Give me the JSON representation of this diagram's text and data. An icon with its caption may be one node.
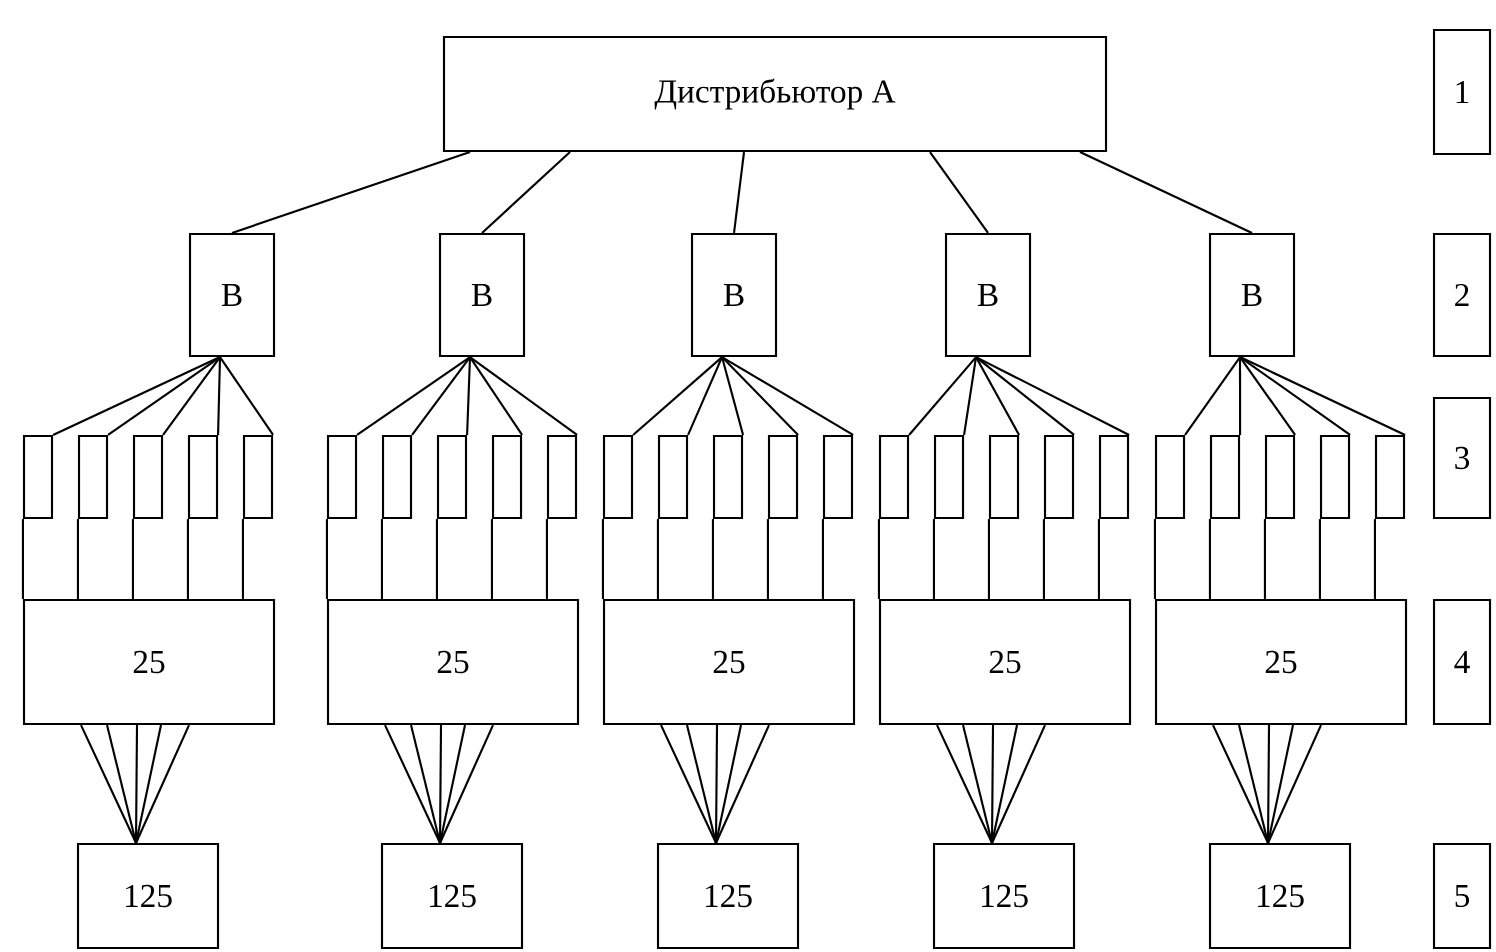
{
  "diagram": {
    "nodes": [
      {
        "text": [
          "Дистрибьютор А"
        ]
      },
      {
        "text": [
          "В"
        ]
      },
      {
        "text": [
          "В"
        ]
      },
      {
        "text": [
          "В"
        ]
      },
      {
        "text": [
          "В"
        ]
      },
      {
        "text": [
          "В"
        ]
      },
      {
        "text": [],
        "shape": "box"
      },
      {
        "text": [],
        "shape": "box"
      },
      {
        "text": [],
        "shape": "box"
      },
      {
        "text": [],
        "shape": "box"
      },
      {
        "text": [],
        "shape": "box"
      },
      {
        "text": [],
        "shape": "box"
      },
      {
        "text": [],
        "shape": "box"
      },
      {
        "text": [],
        "shape": "box"
      },
      {
        "text": [],
        "shape": "box"
      },
      {
        "text": [],
        "shape": "box"
      },
      {
        "text": [],
        "shape": "box"
      },
      {
        "text": [],
        "shape": "box"
      },
      {
        "text": [],
        "shape": "box"
      },
      {
        "text": [],
        "shape": "box"
      },
      {
        "text": [],
        "shape": "box"
      },
      {
        "text": [],
        "shape": "box"
      },
      {
        "text": [],
        "shape": "box"
      },
      {
        "text": [],
        "shape": "box"
      },
      {
        "text": [],
        "shape": "box"
      },
      {
        "text": [],
        "shape": "box"
      },
      {
        "text": [],
        "shape": "box"
      },
      {
        "text": [],
        "shape": "box"
      },
      {
        "text": [],
        "shape": "box"
      },
      {
        "text": [],
        "shape": "box"
      },
      {
        "text": [],
        "shape": "box"
      },
      {
        "text": [
          "25"
        ]
      },
      {
        "text": [
          "25"
        ]
      },
      {
        "text": [
          "25"
        ]
      },
      {
        "text": [
          "25"
        ]
      },
      {
        "text": [
          "25"
        ]
      },
      {
        "text": [
          "125"
        ]
      },
      {
        "text": [
          "125"
        ]
      },
      {
        "text": [
          "125"
        ]
      },
      {
        "text": [
          "125"
        ]
      },
      {
        "text": [
          "125"
        ]
      },
      {
        "text": [
          "1"
        ]
      },
      {
        "text": [
          "2"
        ]
      },
      {
        "text": [
          "3"
        ]
      },
      {
        "text": [
          "4"
        ]
      },
      {
        "text": [
          "5"
        ]
      }
    ],
    "edges": [
      {
        "from": 0,
        "to": 1,
        "arrow": "none"
      },
      {
        "from": 0,
        "to": 2,
        "arrow": "none"
      },
      {
        "from": 0,
        "to": 3,
        "arrow": "none"
      },
      {
        "from": 0,
        "to": 4,
        "arrow": "none"
      },
      {
        "from": 0,
        "to": 5,
        "arrow": "none"
      },
      {
        "from": 1,
        "to": 6,
        "arrow": "none"
      },
      {
        "from": 1,
        "to": 7,
        "arrow": "none"
      },
      {
        "from": 1,
        "to": 8,
        "arrow": "none"
      },
      {
        "from": 1,
        "to": 9,
        "arrow": "none"
      },
      {
        "from": 1,
        "to": 10,
        "arrow": "none"
      },
      {
        "from": 2,
        "to": 11,
        "arrow": "none"
      },
      {
        "from": 2,
        "to": 12,
        "arrow": "none"
      },
      {
        "from": 2,
        "to": 13,
        "arrow": "none"
      },
      {
        "from": 2,
        "to": 14,
        "arrow": "none"
      },
      {
        "from": 2,
        "to": 15,
        "arrow": "none"
      },
      {
        "from": 3,
        "to": 16,
        "arrow": "none"
      },
      {
        "from": 3,
        "to": 17,
        "arrow": "none"
      },
      {
        "from": 3,
        "to": 18,
        "arrow": "none"
      },
      {
        "from": 3,
        "to": 19,
        "arrow": "none"
      },
      {
        "from": 3,
        "to": 20,
        "arrow": "none"
      },
      {
        "from": 4,
        "to": 21,
        "arrow": "none"
      },
      {
        "from": 4,
        "to": 22,
        "arrow": "none"
      },
      {
        "from": 4,
        "to": 23,
        "arrow": "none"
      },
      {
        "from": 4,
        "to": 24,
        "arrow": "none"
      },
      {
        "from": 4,
        "to": 25,
        "arrow": "none"
      },
      {
        "from": 5,
        "to": 26,
        "arrow": "none"
      },
      {
        "from": 5,
        "to": 27,
        "arrow": "none"
      },
      {
        "from": 5,
        "to": 28,
        "arrow": "none"
      },
      {
        "from": 5,
        "to": 29,
        "arrow": "none"
      },
      {
        "from": 5,
        "to": 30,
        "arrow": "none"
      },
      {
        "from": 6,
        "to": 31,
        "arrow": "none"
      },
      {
        "from": 7,
        "to": 31,
        "arrow": "none"
      },
      {
        "from": 8,
        "to": 31,
        "arrow": "none"
      },
      {
        "from": 9,
        "to": 31,
        "arrow": "none"
      },
      {
        "from": 10,
        "to": 31,
        "arrow": "none"
      },
      {
        "from": 11,
        "to": 32,
        "arrow": "none"
      },
      {
        "from": 12,
        "to": 32,
        "arrow": "none"
      },
      {
        "from": 13,
        "to": 32,
        "arrow": "none"
      },
      {
        "from": 14,
        "to": 32,
        "arrow": "none"
      },
      {
        "from": 15,
        "to": 32,
        "arrow": "none"
      },
      {
        "from": 16,
        "to": 33,
        "arrow": "none"
      },
      {
        "from": 17,
        "to": 33,
        "arrow": "none"
      },
      {
        "from": 18,
        "to": 33,
        "arrow": "none"
      },
      {
        "from": 19,
        "to": 33,
        "arrow": "none"
      },
      {
        "from": 20,
        "to": 33,
        "arrow": "none"
      },
      {
        "from": 21,
        "to": 34,
        "arrow": "none"
      },
      {
        "from": 22,
        "to": 34,
        "arrow": "none"
      },
      {
        "from": 23,
        "to": 34,
        "arrow": "none"
      },
      {
        "from": 24,
        "to": 34,
        "arrow": "none"
      },
      {
        "from": 25,
        "to": 34,
        "arrow": "none"
      },
      {
        "from": 26,
        "to": 35,
        "arrow": "none"
      },
      {
        "from": 27,
        "to": 35,
        "arrow": "none"
      },
      {
        "from": 28,
        "to": 35,
        "arrow": "none"
      },
      {
        "from": 29,
        "to": 35,
        "arrow": "none"
      },
      {
        "from": 30,
        "to": 35,
        "arrow": "none"
      },
      {
        "from": 31,
        "to": 36,
        "arrow": "none"
      },
      {
        "from": 31,
        "to": 36,
        "arrow": "none"
      },
      {
        "from": 31,
        "to": 36,
        "arrow": "none"
      },
      {
        "from": 31,
        "to": 36,
        "arrow": "none"
      },
      {
        "from": 31,
        "to": 36,
        "arrow": "none"
      },
      {
        "from": 32,
        "to": 37,
        "arrow": "none"
      },
      {
        "from": 32,
        "to": 37,
        "arrow": "none"
      },
      {
        "from": 32,
        "to": 37,
        "arrow": "none"
      },
      {
        "from": 32,
        "to": 37,
        "arrow": "none"
      },
      {
        "from": 32,
        "to": 37,
        "arrow": "none"
      },
      {
        "from": 33,
        "to": 38,
        "arrow": "none"
      },
      {
        "from": 33,
        "to": 38,
        "arrow": "none"
      },
      {
        "from": 33,
        "to": 38,
        "arrow": "none"
      },
      {
        "from": 33,
        "to": 38,
        "arrow": "none"
      },
      {
        "from": 33,
        "to": 38,
        "arrow": "none"
      },
      {
        "from": 34,
        "to": 39,
        "arrow": "none"
      },
      {
        "from": 34,
        "to": 39,
        "arrow": "none"
      },
      {
        "from": 34,
        "to": 39,
        "arrow": "none"
      },
      {
        "from": 34,
        "to": 39,
        "arrow": "none"
      },
      {
        "from": 34,
        "to": 39,
        "arrow": "none"
      },
      {
        "from": 35,
        "to": 40,
        "arrow": "none"
      },
      {
        "from": 35,
        "to": 40,
        "arrow": "none"
      },
      {
        "from": 35,
        "to": 40,
        "arrow": "none"
      },
      {
        "from": 35,
        "to": 40,
        "arrow": "none"
      },
      {
        "from": 35,
        "to": 40,
        "arrow": "none"
      }
    ]
  }
}
